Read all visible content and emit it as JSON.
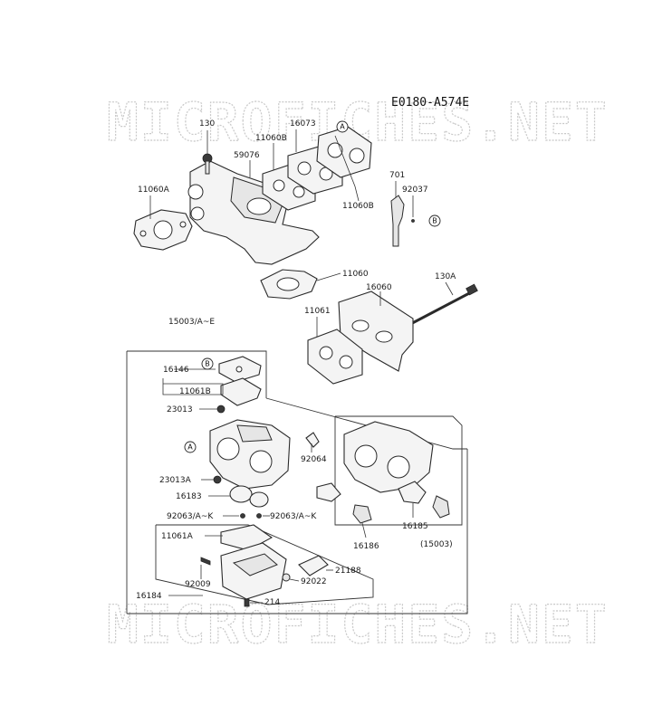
{
  "diagram_code": "E0180-A574E",
  "watermark": "MICROFICHES.NET",
  "ref_markers": {
    "a": "A",
    "b": "B"
  },
  "parts": {
    "p130": "130",
    "p16073": "16073",
    "p11060b_top": "11060B",
    "p59076": "59076",
    "p11060a": "11060A",
    "p11060b_right": "11060B",
    "p701": "701",
    "p92037": "92037",
    "p11060": "11060",
    "p130a": "130A",
    "p16060": "16060",
    "p11061": "11061",
    "p15003ae": "15003/A~E",
    "p16146": "16146",
    "p11061b": "11061B",
    "p23013": "23013",
    "p92064": "92064",
    "p23013a": "23013A",
    "p16183": "16183",
    "p92063ak_l": "92063/A~K",
    "p92063ak_r": "92063/A~K",
    "p16185": "16185",
    "p15003": "(15003)",
    "p16186": "16186",
    "p11061a": "11061A",
    "p21188": "21188",
    "p92009": "92009",
    "p92022": "92022",
    "p16184": "16184",
    "p214": "214"
  }
}
